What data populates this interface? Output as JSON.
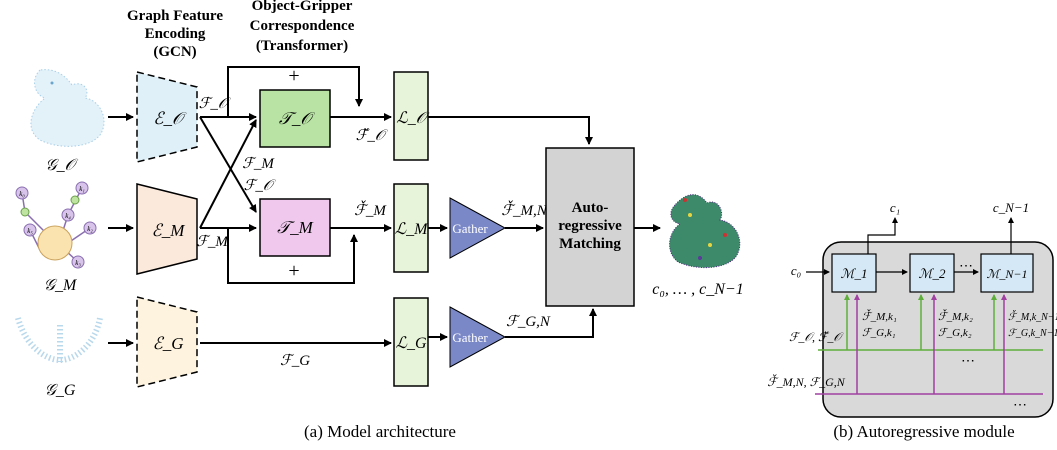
{
  "headers": {
    "graph_feature_encoding": [
      "Graph Feature",
      "Encoding",
      "(GCN)"
    ],
    "object_gripper_correspondence": [
      "Object-Gripper",
      "Correspondence",
      "(Transformer)"
    ]
  },
  "inputs": {
    "object_graph": "𝒢_𝒪",
    "mano_graph": "𝒢_M",
    "gripper_graph": "𝒢_G",
    "mano_node_labels": [
      "k₀",
      "k₁",
      "k₂",
      "k₃",
      "k₄",
      "k₅"
    ]
  },
  "encoders": {
    "object": "ℰ_𝒪",
    "mano": "ℰ_M",
    "gripper": "ℰ_G"
  },
  "features": {
    "object_out": "ℱ_𝒪",
    "mano_out": "ℱ_M",
    "cross_M": "ℱ_M",
    "cross_O": "ℱ_𝒪",
    "gripper_out": "ℱ_G",
    "object_residual": "+",
    "mano_residual": "+",
    "object_transformed": "ℱ̌_𝒪",
    "mano_transformed": "ℱ̌_M",
    "mano_gathered": "ℱ̌_M,N",
    "gripper_gathered": "ℱ_G,N"
  },
  "transformers": {
    "object": "𝒯_𝒪",
    "mano": "𝒯_M"
  },
  "linears": {
    "object": "ℒ_𝒪",
    "mano": "ℒ_M",
    "gripper": "ℒ_G"
  },
  "gather_labels": [
    "Gather",
    "Gather"
  ],
  "matching_block": [
    "Auto-",
    "regressive",
    "Matching"
  ],
  "output_label": "c₀, … , c_N−1",
  "captions": {
    "left": "(a) Model architecture",
    "right": "(b) Autoregressive module"
  },
  "autoregressive_module": {
    "input_c0": "c₀",
    "modules": [
      "ℳ_1",
      "ℳ_2",
      "ℳ_N−1"
    ],
    "outputs": [
      "c₁",
      "c_N−1"
    ],
    "ellipsis": "⋯",
    "feature_inputs_1": "ℱ_𝒪, ℱ̌_𝒪",
    "feature_inputs_2": "ℱ̌_M,N, ℱ_G,N",
    "k1_labels": [
      "ℱ̌_M,k₁",
      "ℱ_G,k₁"
    ],
    "k2_labels": [
      "ℱ̌_M,k₂",
      "ℱ_G,k₂"
    ],
    "kN_labels": [
      "ℱ̌_M,k_N−1",
      "ℱ_G,k_N−1"
    ]
  },
  "colors": {
    "object_encoder": "#dff0f8",
    "mano_encoder": "#fbe9dc",
    "gripper_encoder": "#fdf3de",
    "transformer_object": "#b9e3a4",
    "transformer_mano": "#f0c8ee",
    "linear": "#e7f4d9",
    "gather": "#7a88c8",
    "matching": "#d3d3d3",
    "module_box": "#d5e8f5",
    "green_line": "#5fae3c",
    "purple_line": "#a040a0"
  }
}
